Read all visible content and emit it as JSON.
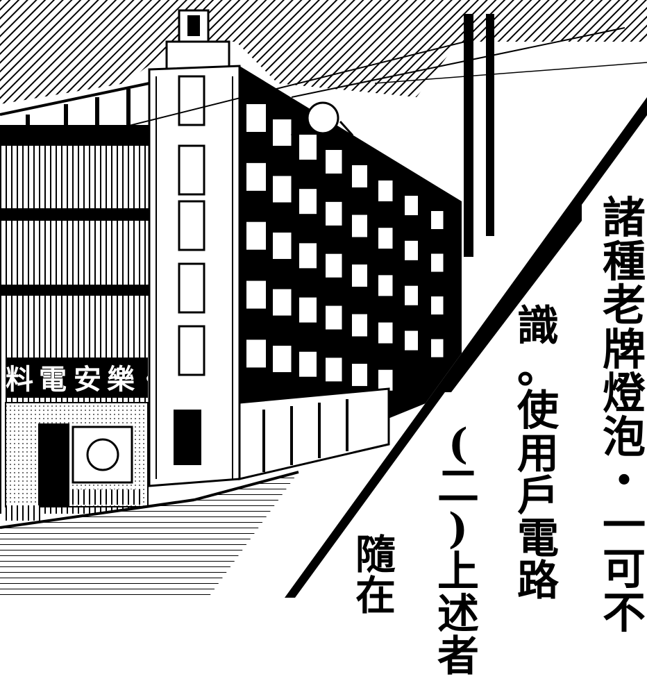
{
  "sign": {
    "chars": [
      "料",
      "電",
      "安",
      "樂",
      "・"
    ]
  },
  "ad_text": {
    "col_1": "諸種老牌燈泡・一可不",
    "col_2": "識。使用戶電路",
    "col_3": "(二)上述者",
    "col_4": "隨在"
  },
  "colors": {
    "ink": "#000000",
    "paper": "#ffffff"
  }
}
